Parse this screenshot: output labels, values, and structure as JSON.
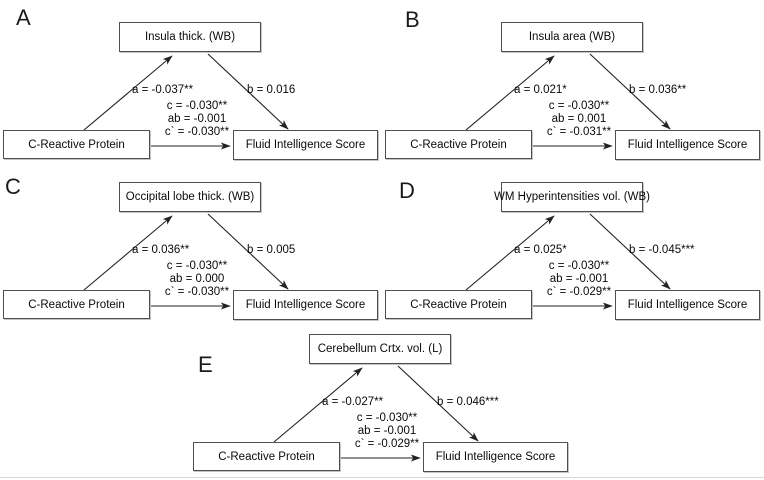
{
  "panels": [
    {
      "letter": "A",
      "mediator": "Insula thick. (WB)",
      "predictor": "C-Reactive Protein",
      "outcome": "Fluid Intelligence Score",
      "path_a": "a = -0.037**",
      "path_b": "b = 0.016",
      "path_c": "c = -0.030**",
      "path_ab": "ab = -0.001",
      "path_c_prime": "c` = -0.030**"
    },
    {
      "letter": "B",
      "mediator": "Insula area (WB)",
      "predictor": "C-Reactive Protein",
      "outcome": "Fluid Intelligence Score",
      "path_a": "a = 0.021*",
      "path_b": "b = 0.036**",
      "path_c": "c = -0.030**",
      "path_ab": "ab = 0.001",
      "path_c_prime": "c` = -0.031**"
    },
    {
      "letter": "C",
      "mediator": "Occipital lobe thick. (WB)",
      "predictor": "C-Reactive Protein",
      "outcome": "Fluid Intelligence Score",
      "path_a": "a = 0.036**",
      "path_b": "b = 0.005",
      "path_c": "c = -0.030**",
      "path_ab": "ab = 0.000",
      "path_c_prime": "c` = -0.030**"
    },
    {
      "letter": "D",
      "mediator": "WM Hyperintensities vol. (WB)",
      "predictor": "C-Reactive Protein",
      "outcome": "Fluid Intelligence Score",
      "path_a": "a = 0.025*",
      "path_b": "b = -0.045***",
      "path_c": "c = -0.030**",
      "path_ab": "ab = -0.001",
      "path_c_prime": "c` = -0.029**"
    },
    {
      "letter": "E",
      "mediator": "Cerebellum Crtx. vol. (L)",
      "predictor": "C-Reactive Protein",
      "outcome": "Fluid Intelligence Score",
      "path_a": "a = -0.027**",
      "path_b": "b = 0.046***",
      "path_c": "c = -0.030**",
      "path_ab": "ab = -0.001",
      "path_c_prime": "c` = -0.029**"
    }
  ],
  "colors": {
    "box_border": "#4f4f4f",
    "text": "#0a0a0a",
    "arrow": "#232323"
  }
}
